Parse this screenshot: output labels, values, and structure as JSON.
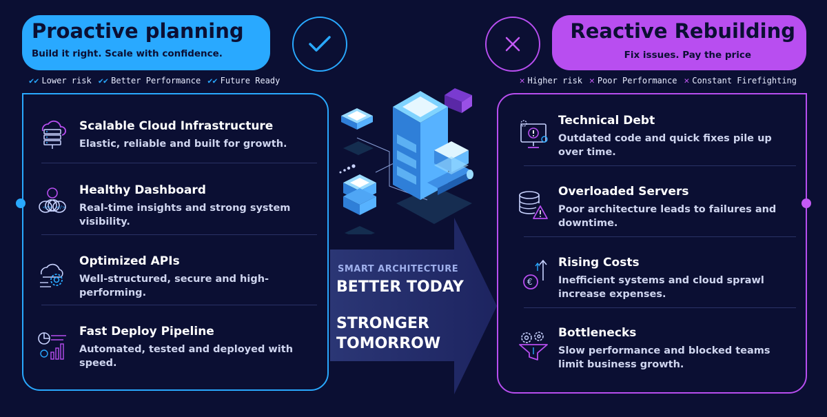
{
  "left": {
    "title": "Proactive planning",
    "subtitle": "Build it right. Scale with confidence.",
    "tags": [
      "Lower risk",
      "Better Performance",
      "Future Ready"
    ],
    "items": [
      {
        "title": "Scalable Cloud Infrastructure",
        "desc": "Elastic, reliable and built for growth.",
        "icon": "cloud-server-icon"
      },
      {
        "title": "Healthy Dashboard",
        "desc": "Real-time insights and strong system visibility.",
        "icon": "dashboard-loop-icon"
      },
      {
        "title": "Optimized APIs",
        "desc": "Well-structured, secure and high-performing.",
        "icon": "cloud-gear-icon"
      },
      {
        "title": "Fast Deploy Pipeline",
        "desc": "Automated, tested and deployed with speed.",
        "icon": "pipeline-chart-icon"
      }
    ]
  },
  "right": {
    "title": "Reactive Rebuilding",
    "subtitle": "Fix issues. Pay the price",
    "tags": [
      "Higher risk",
      "Poor Performance",
      "Constant Firefighting"
    ],
    "items": [
      {
        "title": "Technical Debt",
        "desc": "Outdated code and quick fixes pile up over time.",
        "icon": "monitor-alert-icon"
      },
      {
        "title": "Overloaded Servers",
        "desc": "Poor architecture leads to failures and downtime.",
        "icon": "database-warning-icon"
      },
      {
        "title": "Rising Costs",
        "desc": "Inefficient systems and cloud sprawl increase expenses.",
        "icon": "euro-coin-arrow-icon"
      },
      {
        "title": "Bottlenecks",
        "desc": "Slow performance and blocked teams limit business growth.",
        "icon": "gears-funnel-icon"
      }
    ]
  },
  "center": {
    "line1": "SMART ARCHITECTURE",
    "line2": "BETTER TODAY",
    "line3": "STRONGER TOMORROW"
  },
  "colors": {
    "background": "#0b0f33",
    "proactive": "#29a9ff",
    "reactive": "#b84ef0"
  }
}
